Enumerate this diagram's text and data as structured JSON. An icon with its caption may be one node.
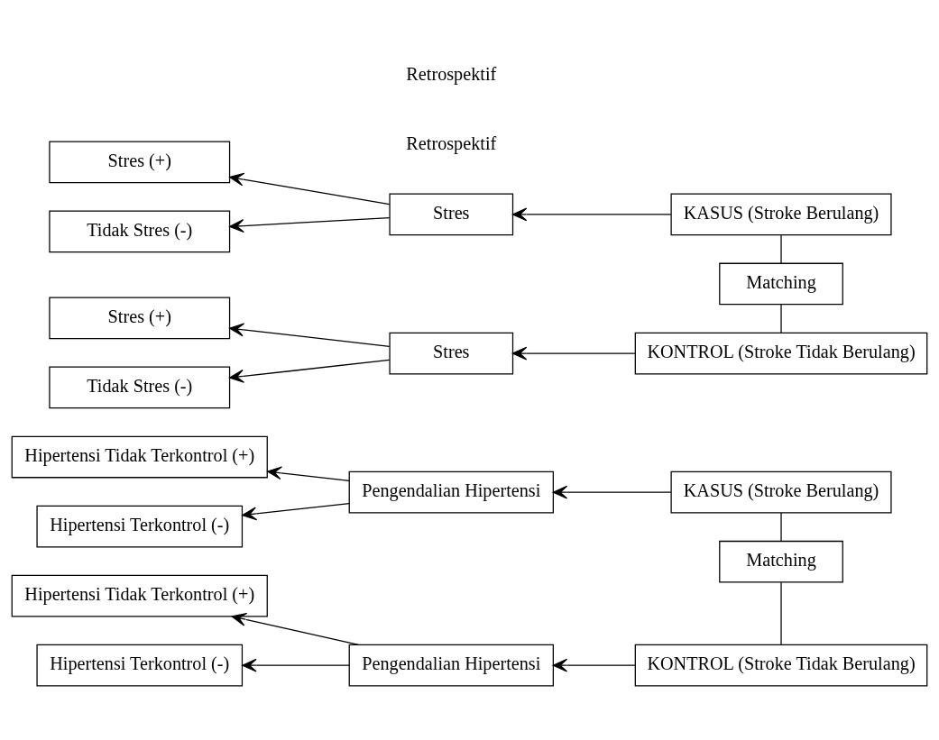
{
  "diagram": {
    "nodes": [
      {
        "text": [
          "Hipertensi Tidak Terkontrol (+)"
        ]
      },
      {
        "text": [
          "Pengendalian Hipertensi"
        ]
      },
      {
        "text": [
          "KASUS (Stroke Berulang)"
        ]
      },
      {
        "text": [
          "Hipertensi Terkontrol (-)"
        ]
      },
      {
        "text": [
          "Matching"
        ]
      },
      {
        "text": [
          "Hipertensi Tidak Terkontrol (+)"
        ]
      },
      {
        "text": [
          "Pengendalian Hipertensi"
        ]
      },
      {
        "text": [
          "KONTROL (Stroke Tidak Berulang)"
        ]
      },
      {
        "text": [
          "Hipertensi Terkontrol (-)"
        ]
      },
      {
        "text": [
          "Stres (+)"
        ]
      },
      {
        "text": [
          "Stres"
        ]
      },
      {
        "text": [
          "KASUS (Stroke Berulang)"
        ]
      },
      {
        "text": [
          "Tidak Stres (-)"
        ]
      },
      {
        "text": [
          "Matching"
        ]
      },
      {
        "text": [
          "Stres (+)"
        ]
      },
      {
        "text": [
          "Stres"
        ]
      },
      {
        "text": [
          "KONTROL (Stroke Tidak Berulang)"
        ]
      },
      {
        "text": [
          "Tidak Stres (-)"
        ]
      }
    ],
    "edges": [
      {
        "from": 2,
        "to": 1,
        "arrow": "to"
      },
      {
        "from": 1,
        "to": 0,
        "arrow": "to"
      },
      {
        "from": 1,
        "to": 3,
        "arrow": "to"
      },
      {
        "from": 2,
        "to": 4,
        "arrow": "none"
      },
      {
        "from": 4,
        "to": 7,
        "arrow": "none"
      },
      {
        "from": 7,
        "to": 6,
        "arrow": "to"
      },
      {
        "from": 6,
        "to": 5,
        "arrow": "to"
      },
      {
        "from": 6,
        "to": 8,
        "arrow": "to"
      },
      {
        "from": 11,
        "to": 10,
        "arrow": "to"
      },
      {
        "from": 10,
        "to": 9,
        "arrow": "to"
      },
      {
        "from": 10,
        "to": 12,
        "arrow": "to"
      },
      {
        "from": 11,
        "to": 13,
        "arrow": "none"
      },
      {
        "from": 13,
        "to": 16,
        "arrow": "none"
      },
      {
        "from": 16,
        "to": 15,
        "arrow": "to"
      },
      {
        "from": 15,
        "to": 14,
        "arrow": "to"
      },
      {
        "from": 15,
        "to": 17,
        "arrow": "to"
      }
    ],
    "labels": [
      "Retrospektif",
      "Retrospektif"
    ]
  }
}
